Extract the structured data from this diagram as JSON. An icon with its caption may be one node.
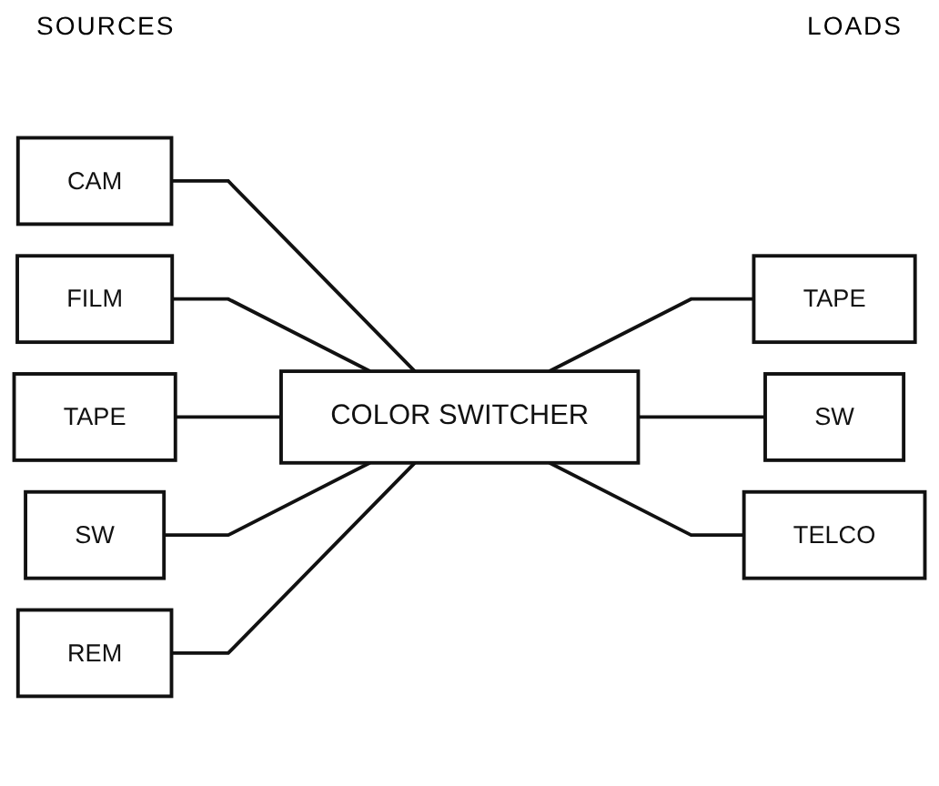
{
  "diagram": {
    "nodes": [
      {
        "text": [
          "CAM"
        ]
      },
      {
        "text": [
          "FILM"
        ]
      },
      {
        "text": [
          "TAPE"
        ]
      },
      {
        "text": [
          "SW"
        ]
      },
      {
        "text": [
          "REM"
        ]
      },
      {
        "text": [
          "COLOR SWITCHER"
        ]
      },
      {
        "text": [
          "TAPE"
        ]
      },
      {
        "text": [
          "SW"
        ]
      },
      {
        "text": [
          "TELCO"
        ]
      }
    ],
    "edges": [
      {
        "from": 0,
        "to": 5,
        "arrow": "none"
      },
      {
        "from": 1,
        "to": 5,
        "arrow": "none"
      },
      {
        "from": 2,
        "to": 5,
        "arrow": "none"
      },
      {
        "from": 3,
        "to": 5,
        "arrow": "none"
      },
      {
        "from": 4,
        "to": 5,
        "arrow": "none"
      },
      {
        "from": 5,
        "to": 6,
        "arrow": "none"
      },
      {
        "from": 5,
        "to": 7,
        "arrow": "none"
      },
      {
        "from": 5,
        "to": 8,
        "arrow": "none"
      }
    ],
    "labels": [
      "SOURCES",
      "LOADS"
    ]
  }
}
